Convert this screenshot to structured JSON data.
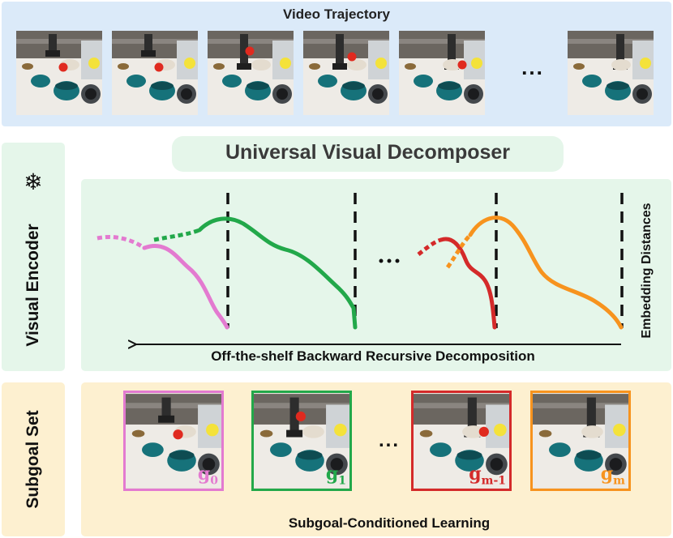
{
  "video": {
    "title": "Video Trajectory",
    "ellipsis": "..."
  },
  "encoder": {
    "label": "Visual Encoder",
    "frozen_symbol": "❄"
  },
  "decomposer": {
    "title": "Universal Visual Decomposer",
    "y_axis_label": "Embedding Distances",
    "process_label": "Off-the-shelf Backward Recursive Decomposition",
    "ellipsis": "..."
  },
  "subgoals": {
    "label": "Subgoal Set",
    "ellipsis": "...",
    "process_label": "Subgoal-Conditioned Learning",
    "items": [
      {
        "letter": "g",
        "index": "0",
        "color": "#e37ad0"
      },
      {
        "letter": "g",
        "index": "1",
        "color": "#22a84a"
      },
      {
        "letter": "g",
        "index": "m-1",
        "color": "#d42a2a"
      },
      {
        "letter": "g",
        "index": "m",
        "color": "#f7931e"
      }
    ]
  },
  "colors": {
    "pink": "#e37ad0",
    "green": "#22a84a",
    "red": "#d42a2a",
    "orange": "#f7931e",
    "video_bg": "#dbeaf9",
    "encoder_bg": "#e5f6ea",
    "subgoal_bg": "#fdf0d0"
  }
}
